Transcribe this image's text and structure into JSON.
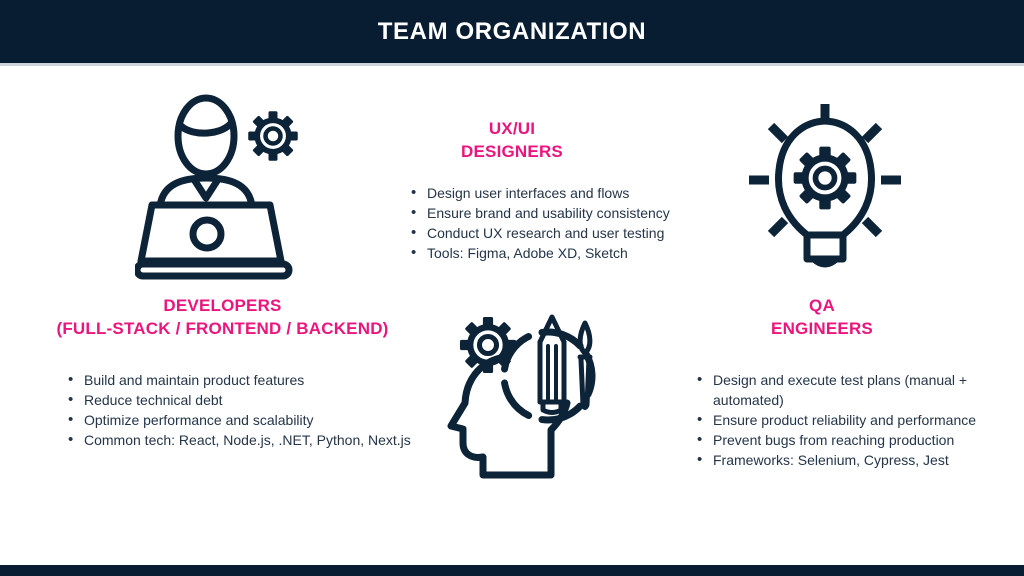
{
  "header": {
    "title": "TEAM ORGANIZATION"
  },
  "colors": {
    "header_background": "#081d31",
    "footer_background": "#081d31",
    "heading_accent": "#ec147d",
    "body_text": "#243549",
    "icon_stroke": "#0d2338",
    "background": "#ffffff"
  },
  "sections": {
    "developers": {
      "icon": "developer-laptop-gear-icon",
      "title_line1": "DEVELOPERS",
      "title_line2": "(FULL-STACK / FRONTEND / BACKEND)",
      "bullets": [
        "Build and maintain product features",
        "Reduce technical debt",
        "Optimize performance and scalability",
        "Common tech: React, Node.js, .NET, Python, Next.js"
      ]
    },
    "designers": {
      "icon": "creative-head-pencil-brush-icon",
      "title_line1": "UX/UI",
      "title_line2": "DESIGNERS",
      "bullets": [
        "Design user interfaces and flows",
        "Ensure brand and usability consistency",
        "Conduct UX research and user testing",
        "Tools: Figma, Adobe XD, Sketch"
      ]
    },
    "qa": {
      "icon": "lightbulb-gear-icon",
      "title_line1": "QA",
      "title_line2": "ENGINEERS",
      "bullets": [
        "Design and execute test plans (manual + automated)",
        "Ensure product reliability and performance",
        "Prevent bugs from reaching production",
        "Frameworks: Selenium, Cypress, Jest"
      ]
    }
  }
}
